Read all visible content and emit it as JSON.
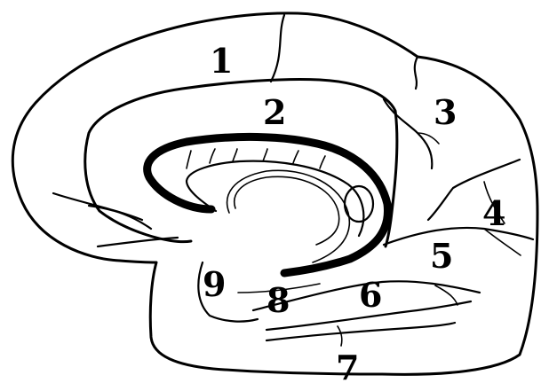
{
  "diagram": {
    "labels": [
      "1",
      "2",
      "3",
      "4",
      "5",
      "6",
      "7",
      "8",
      "9"
    ],
    "colors": {
      "line": "#000000",
      "background": "#ffffff"
    }
  }
}
